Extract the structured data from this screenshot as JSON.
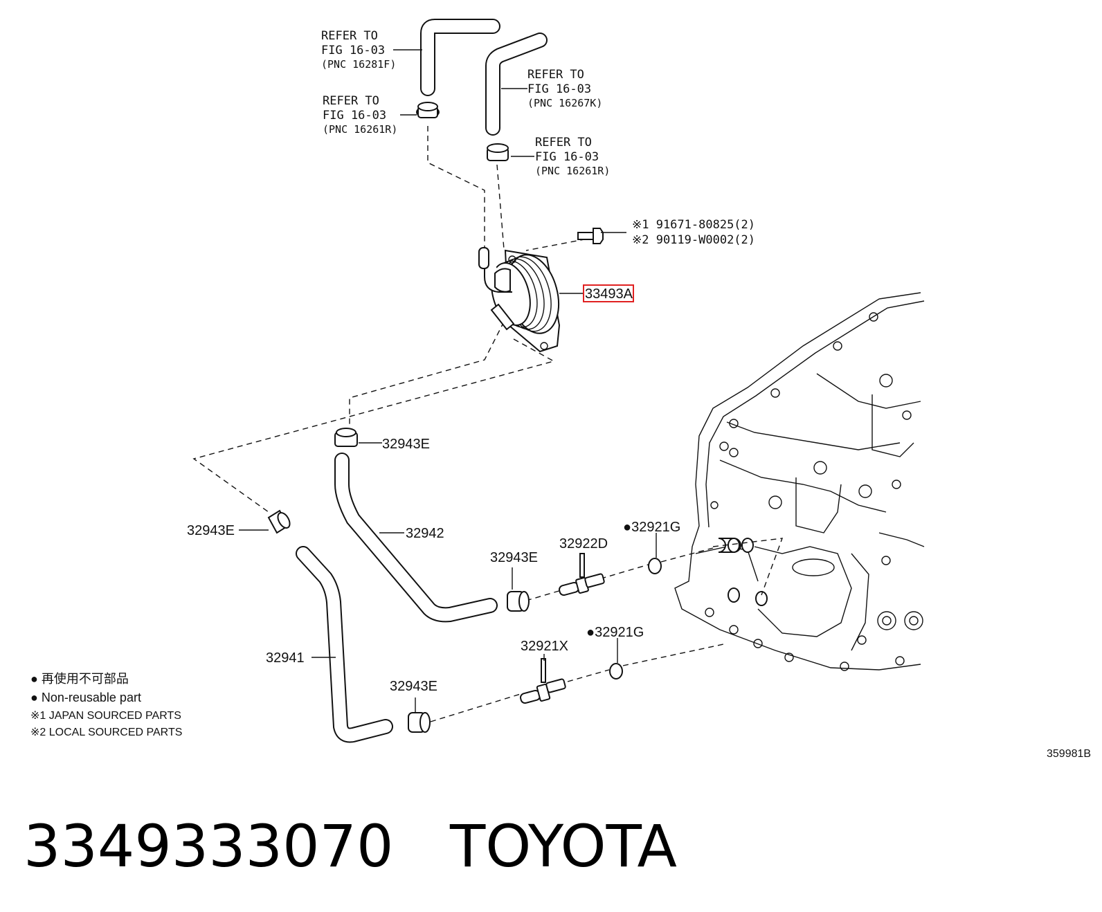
{
  "refs": {
    "ref1": {
      "line1": "REFER TO",
      "line2": "FIG 16-03",
      "line3": "(PNC 16281F)"
    },
    "ref2": {
      "line1": "REFER TO",
      "line2": "FIG 16-03",
      "line3": "(PNC 16267K)"
    },
    "ref3": {
      "line1": "REFER TO",
      "line2": "FIG 16-03",
      "line3": "(PNC 16261R)"
    },
    "ref4": {
      "line1": "REFER TO",
      "line2": "FIG 16-03",
      "line3": "(PNC 16261R)"
    }
  },
  "bolt": {
    "line1": "※1 91671-80825(2)",
    "line2": "※2 90119-W0002(2)"
  },
  "parts": {
    "cooler": "33493A",
    "clamp_top": "32943E",
    "clamp_left": "32943E",
    "clamp_mid": "32943E",
    "clamp_bottom": "32943E",
    "hose_upper": "32942",
    "hose_lower": "32941",
    "union_upper": "32922D",
    "union_lower": "32921X",
    "gasket_upper": "●32921G",
    "gasket_lower": "●32921G"
  },
  "legend": {
    "jp": "● 再使用不可部品",
    "en": "● Non-reusable part",
    "note1": "※1 JAPAN SOURCED PARTS",
    "note2": "※2 LOCAL SOURCED PARTS"
  },
  "diagram_code": "359981B",
  "caption": {
    "part_number": "3349333070",
    "brand": "TOYOTA"
  },
  "colors": {
    "highlight": "#e02020",
    "ink": "#111111"
  }
}
